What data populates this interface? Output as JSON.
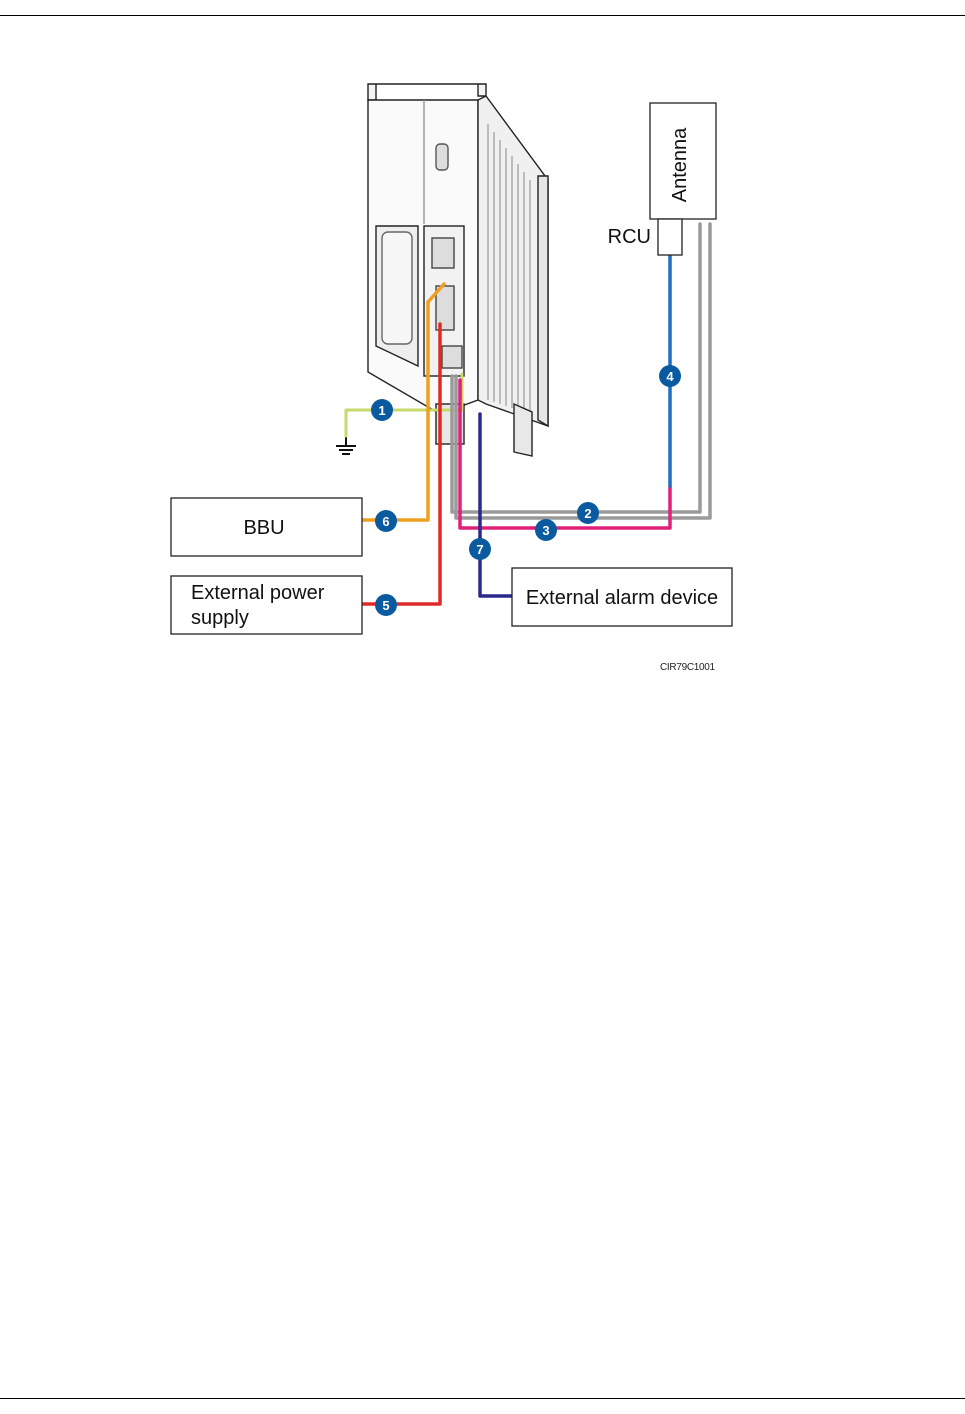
{
  "labels": {
    "bbu": "BBU",
    "power_line1": "External power",
    "power_line2": "supply",
    "alarm": "External alarm device",
    "antenna": "Antenna",
    "rcu": "RCU"
  },
  "figure_id": "CIR79C1001",
  "cable_numbers": [
    "1",
    "2",
    "3",
    "4",
    "5",
    "6",
    "7"
  ],
  "colors": {
    "ground_cable": "#c8d86a",
    "rf_cable": "#9a9a9a",
    "rf_cable_magenta": "#e0207a",
    "rcu_cable": "#1f6fbf",
    "power_cable": "#e02a2a",
    "bbu_cable": "#f0a020",
    "alarm_cable": "#2a2a8a",
    "badge": "#0a5aa0"
  }
}
